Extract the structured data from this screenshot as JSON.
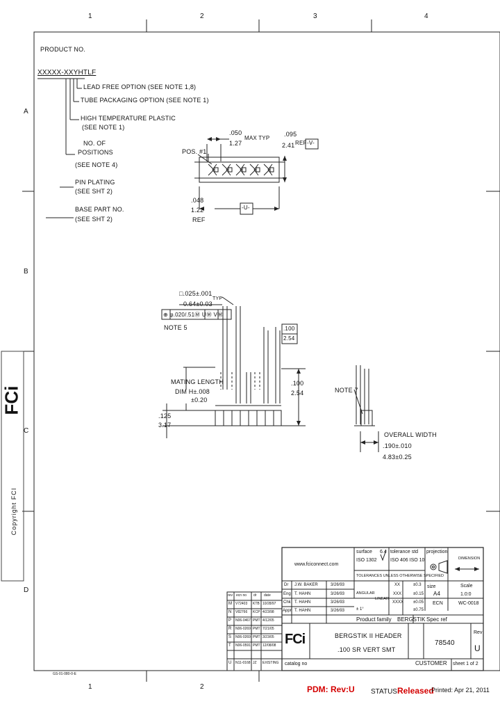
{
  "zones": {
    "columns": [
      "1",
      "2",
      "3",
      "4"
    ],
    "rows": [
      "A",
      "B",
      "C",
      "D"
    ]
  },
  "product": {
    "heading": "PRODUCT NO.",
    "code": "XXXXX-XXYHTLF",
    "options": [
      "LEAD FREE OPTION (SEE NOTE 1,8)",
      "TUBE PACKAGING OPTION (SEE NOTE 1)",
      "HIGH TEMPERATURE PLASTIC",
      "(SEE NOTE 1)",
      "NO. OF",
      "POSITIONS",
      "(SEE NOTE 4)",
      "PIN PLATING",
      "(SEE SHT 2)",
      "BASE PART NO.",
      "(SEE SHT 2)"
    ]
  },
  "top_view": {
    "pos_label": "POS. #1",
    "pitch_in": ".050",
    "pitch_mm": "1.27",
    "pitch_note": "MAX TYP",
    "width_in": ".095",
    "width_mm": "2.41",
    "width_ref": "REF",
    "datum_v": "-V-",
    "depth_in": ".048",
    "depth_mm": "1.22",
    "depth_ref": "REF",
    "datum_u": "-U-"
  },
  "front_view": {
    "pin_sq_in": "□.025±.001",
    "pin_sq_mm": "0.64±0.03",
    "pin_sq_typ": "TYP",
    "tol_frame": "⊕ φ.020/.51Ⓜ UⓂ VⓂ",
    "note5": "NOTE 5",
    "pitch_in": ".100",
    "pitch_mm": "2.54",
    "mating_label": "MATING LENGTH",
    "mating_in": "DIM H±.008",
    "mating_mm": "±0.20",
    "base_in": ".125",
    "base_mm": "3.17"
  },
  "side_view": {
    "height_in": ".100",
    "height_mm": "2.54",
    "note7": "NOTE 7",
    "overall_label": "OVERALL WIDTH",
    "overall_in": ".190±.010",
    "overall_mm": "4.83±0.25"
  },
  "copyright": {
    "logo": "FCi",
    "text": "Copyright FCI"
  },
  "title_block": {
    "website": "www.fciconnect.com",
    "surface_label": "surface",
    "surface_val": "6.4",
    "surface_std": "ISO 1302",
    "tolerance_label": "tolerance std",
    "tolerance_std": "ISO 406 ISO 10",
    "projection_label": "projection",
    "dimension_label": "DIMENSION",
    "tolerance_note": "TOLERANCES UNLESS OTHERWISE SPECIFIED",
    "angular": "ANGULAR",
    "linear": "LINEAR",
    "tol_rows": [
      {
        "k": "XX",
        "v": "±0.3"
      },
      {
        "k": "XXX",
        "v": "±0.15"
      },
      {
        "k": "XXXX",
        "v": "±0.05"
      },
      {
        "k": "± 1°",
        "v": "±0.75"
      }
    ],
    "size_label": "size",
    "size_val": "A4",
    "scale_label": "Scale",
    "scale_val": "1.0:0",
    "ecn_label": "ECN",
    "ecn_val": "WC-0018",
    "dr_rows": [
      {
        "k": "Dr",
        "n": "J.W. BAKER",
        "d": "3/26/93"
      },
      {
        "k": "Eng",
        "n": "T. HAHN",
        "d": "3/26/93"
      },
      {
        "k": "Chk",
        "n": "T. HAHN",
        "d": "3/26/93"
      },
      {
        "k": "Appr",
        "n": "T. HAHN",
        "d": "3/26/93"
      }
    ],
    "rev_header": {
      "rev": "rev",
      "ecn": "ecn no",
      "dr": "dr",
      "date": "date"
    },
    "rev_rows": [
      {
        "rev": "M",
        "ecn": "V72403",
        "dr": "KTB",
        "date": "10/28/97"
      },
      {
        "rev": "N",
        "ecn": "V82766",
        "dr": "KCP",
        "date": "4/23/98"
      },
      {
        "rev": "P",
        "ecn": "N06-0467",
        "dr": "PMT",
        "date": "4/12/05"
      },
      {
        "rev": "R",
        "ecn": "N06-0269",
        "dr": "PMT",
        "date": "7/21/05"
      },
      {
        "rev": "S",
        "ecn": "N06-0269",
        "dr": "PMT",
        "date": "3/23/05"
      },
      {
        "rev": "T",
        "ecn": "N06-0591",
        "dr": "PMT",
        "date": "12/08/08"
      },
      {
        "rev": "U",
        "ecn": "N11-0168",
        "dr": "JZ",
        "date": "EXISTING"
      }
    ],
    "product_family_label": "Product family",
    "product_family_val": "BERGSTIK",
    "spec_ref_label": "Spec ref",
    "title_line1": "BERGSTIK II HEADER",
    "title_line2": ".100 SR VERT SMT",
    "part_number": "78540",
    "rev_label": "Rev",
    "rev_val": "U",
    "catalog_label": "catalog no",
    "customer_label": "CUSTOMER",
    "sheet_label": "sheet 1 of 2"
  },
  "footer": {
    "left_code": "GS-01-080-0-E",
    "pdm_label": "PDM: Rev:U",
    "status_label": "STATUS",
    "status_val": "Released",
    "printed": "Printed: Apr 21, 2011"
  }
}
